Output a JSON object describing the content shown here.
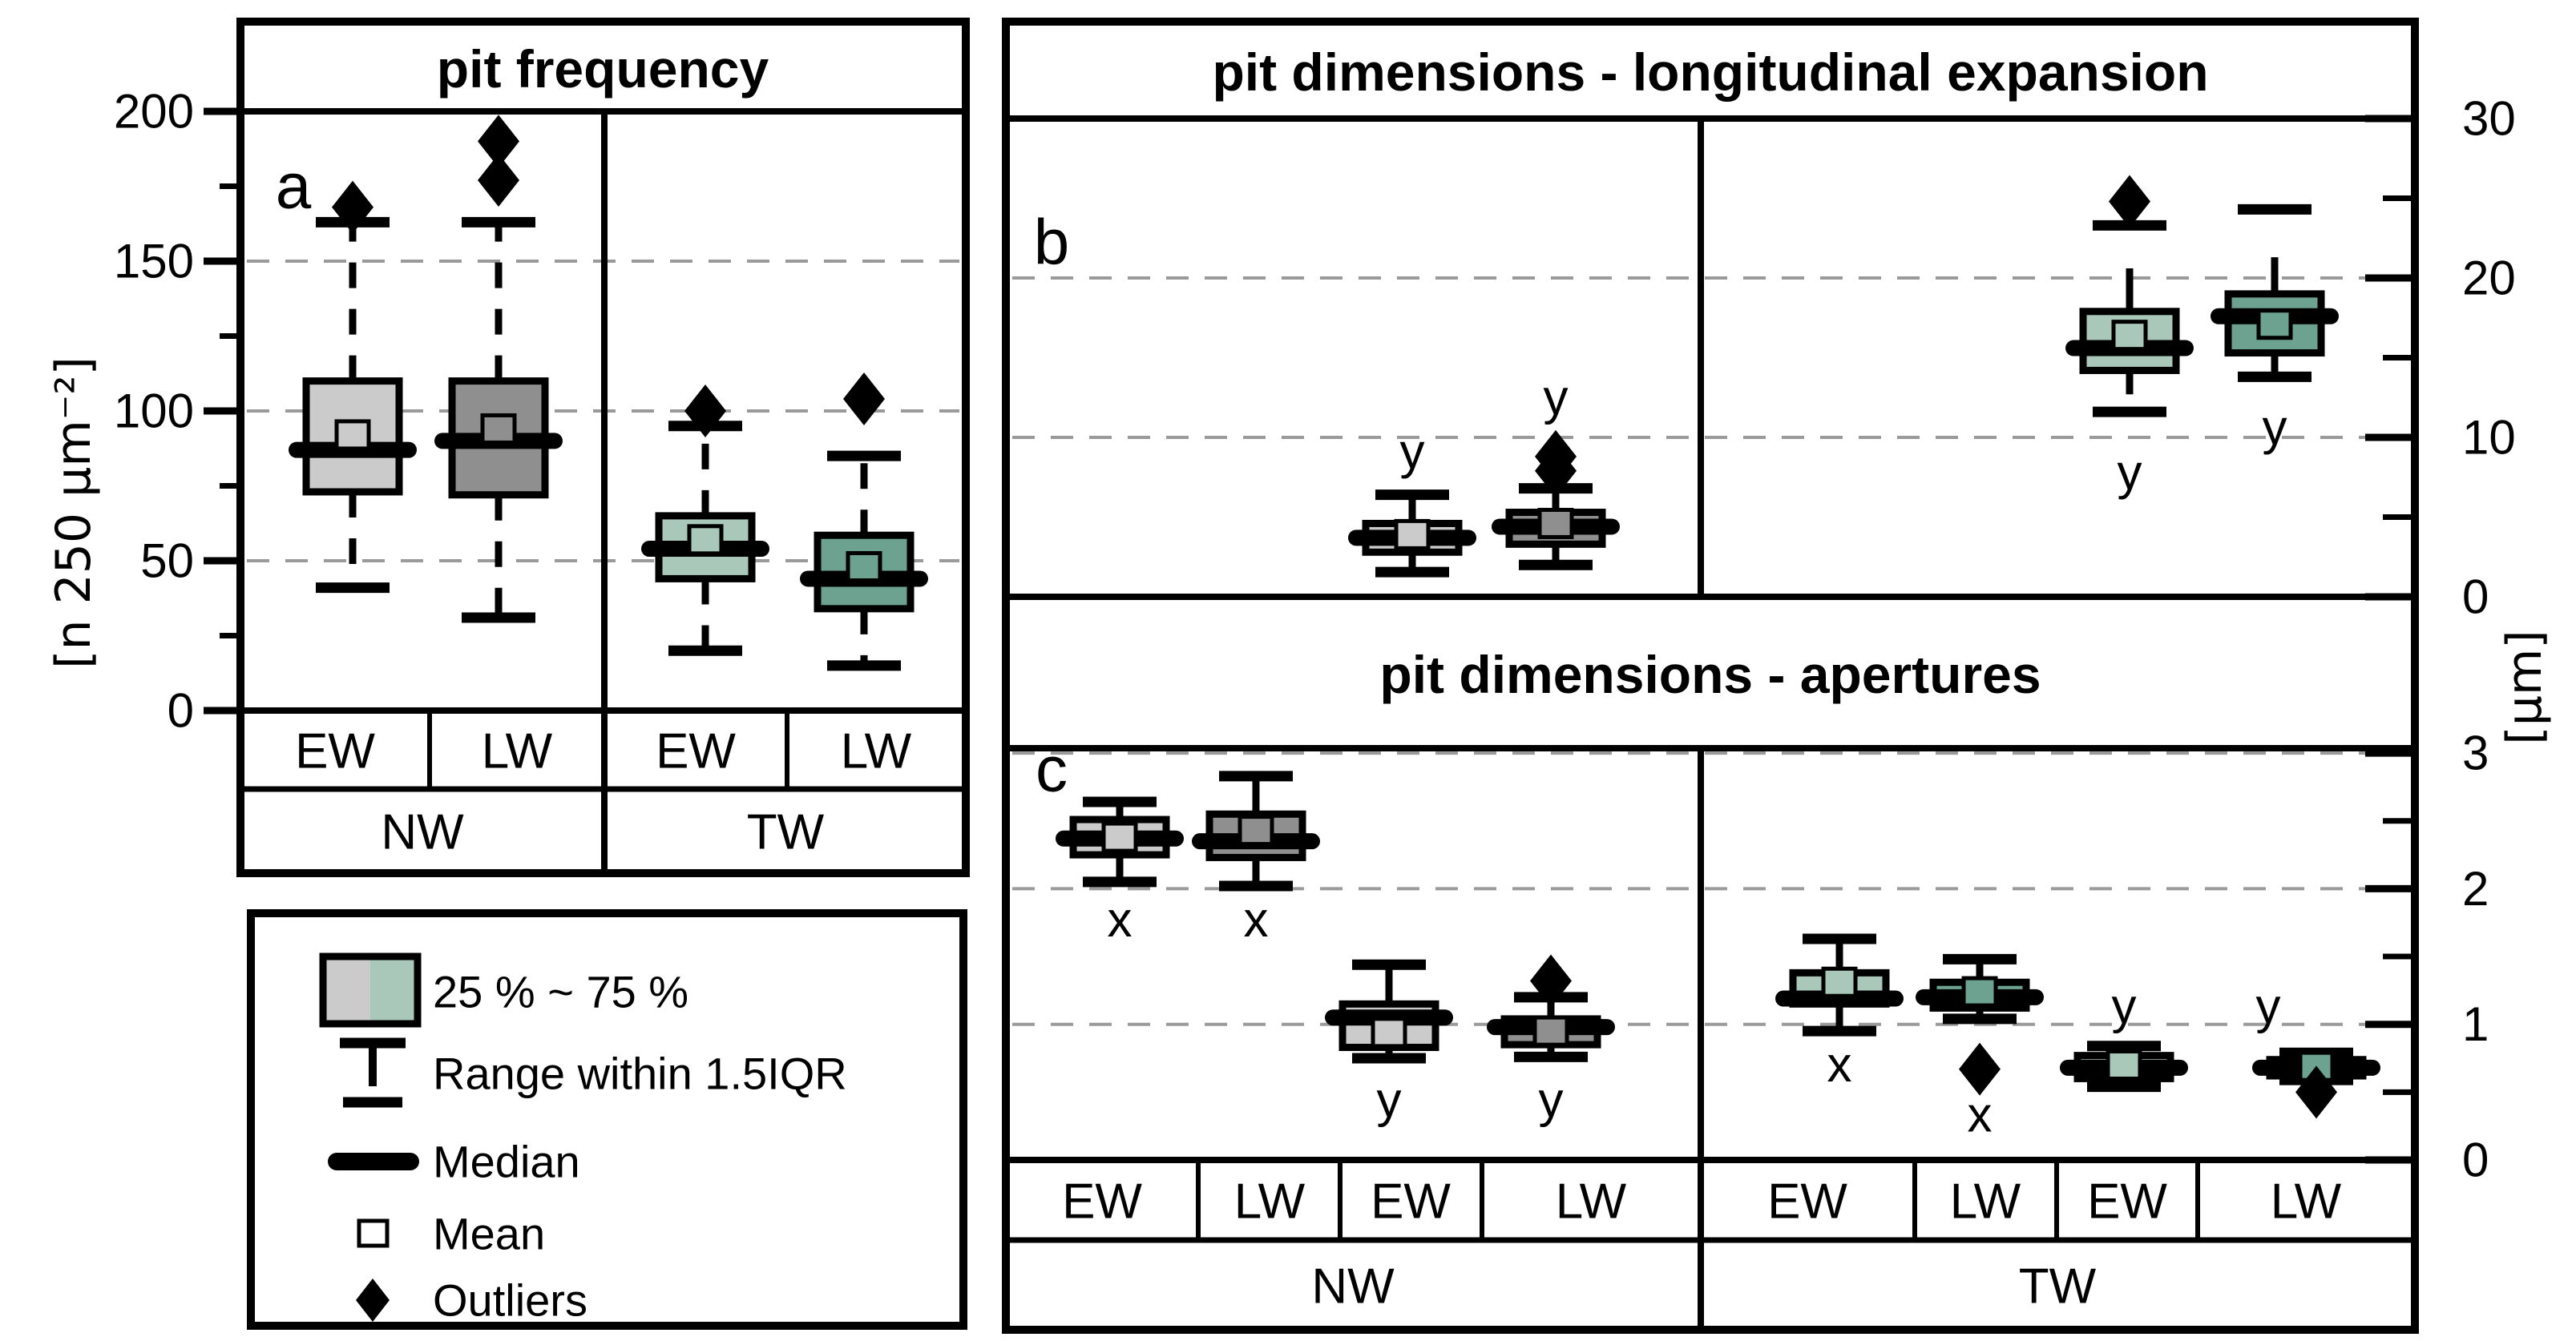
{
  "colors": {
    "light_gray": "#cbcbcb",
    "dark_gray": "#8f8f8f",
    "light_teal": "#a9c8ba",
    "dark_teal": "#6ca28f",
    "gridline": "#9a9a9a",
    "ink": "#000000"
  },
  "legend": {
    "items": [
      {
        "icon": "box-swatch",
        "label": "25 % ~ 75 %"
      },
      {
        "icon": "range-whisker",
        "label": "Range within 1.5IQR"
      },
      {
        "icon": "median-line",
        "label": "Median"
      },
      {
        "icon": "mean-square",
        "label": "Mean"
      },
      {
        "icon": "outlier-diamond",
        "label": "Outliers"
      }
    ]
  },
  "chart_data": [
    {
      "type": "box",
      "panel_letter": "a",
      "title": "pit frequency",
      "ylabel": "[n 250 μm⁻²]",
      "ylim": [
        0,
        200
      ],
      "yticks": [
        {
          "v": 0,
          "label": "0"
        },
        {
          "v": 50,
          "label": "50"
        },
        {
          "v": 100,
          "label": "100"
        },
        {
          "v": 150,
          "label": "150"
        },
        {
          "v": 200,
          "label": "200"
        }
      ],
      "minor_ticks": [
        25,
        75,
        125,
        175
      ],
      "grid_values": [
        50,
        100,
        150
      ],
      "grid": "dashed",
      "legend_position": "outside-bottom-left",
      "groups": [
        "NW",
        "TW"
      ],
      "categories": [
        "EW",
        "LW",
        "EW",
        "LW"
      ],
      "whisker_style": "dashed",
      "boxes": [
        {
          "group": "NW",
          "cat": "EW",
          "color": "light_gray",
          "q1": 73,
          "q3": 110,
          "median": 87,
          "mean": 92,
          "cap_low": 41,
          "cap_high": 163,
          "outliers": [
            168
          ]
        },
        {
          "group": "NW",
          "cat": "LW",
          "color": "dark_gray",
          "q1": 72,
          "q3": 110,
          "median": 90,
          "mean": 94,
          "cap_low": 31,
          "cap_high": 163,
          "outliers": [
            177,
            190
          ]
        },
        {
          "group": "TW",
          "cat": "EW",
          "color": "light_teal",
          "q1": 44,
          "q3": 65,
          "median": 54,
          "mean": 57,
          "cap_low": 20,
          "cap_high": 95,
          "outliers": [
            100
          ]
        },
        {
          "group": "TW",
          "cat": "LW",
          "color": "dark_teal",
          "q1": 34,
          "q3": 58.5,
          "median": 44,
          "mean": 48,
          "cap_low": 15,
          "cap_high": 85,
          "outliers": [
            104
          ]
        }
      ]
    },
    {
      "type": "box",
      "panel_letter": "b",
      "title": "pit dimensions - longitudinal expansion",
      "ylabel": "[μm]",
      "ylim": [
        0,
        30
      ],
      "yticks": [
        {
          "v": 0,
          "label": "0"
        },
        {
          "v": 10,
          "label": "10"
        },
        {
          "v": 20,
          "label": "20"
        },
        {
          "v": 30,
          "label": "30"
        }
      ],
      "minor_ticks": [
        5,
        15,
        25
      ],
      "grid_values": [
        10,
        20
      ],
      "grid": "dashed",
      "groups": [
        "NW",
        "TW"
      ],
      "categories": [
        "EW",
        "LW",
        "EW",
        "LW",
        "EW",
        "LW",
        "EW",
        "LW"
      ],
      "whisker_style": "solid",
      "boxes": [
        {
          "slot": 2,
          "group": "NW",
          "cat": "EW",
          "dim": "y",
          "color": "light_gray",
          "q1": 2.8,
          "q3": 4.6,
          "median": 3.7,
          "mean": 3.9,
          "cap_low": 1.55,
          "cap_high": 6.4,
          "outliers": [],
          "letter": "y",
          "letter_value": 9.1
        },
        {
          "slot": 3,
          "group": "NW",
          "cat": "LW",
          "dim": "y",
          "color": "dark_gray",
          "q1": 3.3,
          "q3": 5.3,
          "median": 4.4,
          "mean": 4.6,
          "cap_low": 2.0,
          "cap_high": 6.8,
          "outliers": [
            7.9,
            8.8
          ],
          "letter": "y",
          "letter_value": 12.5
        },
        {
          "slot": 6,
          "group": "TW",
          "cat": "EW",
          "dim": "y",
          "color": "light_teal",
          "q1": 14.2,
          "q3": 17.9,
          "median": 15.6,
          "mean": 16.4,
          "cap_low": 11.6,
          "line_low": 12.7,
          "cap_high": 23.3,
          "line_high": 20.6,
          "outliers": [
            24.8
          ],
          "letter": "y",
          "letter_value": 7.8
        },
        {
          "slot": 7,
          "group": "TW",
          "cat": "LW",
          "dim": "y",
          "color": "dark_teal",
          "q1": 15.3,
          "q3": 19.0,
          "median": 17.6,
          "mean": 17.1,
          "cap_low": 13.8,
          "line_low": 13.9,
          "cap_high": 24.3,
          "line_high": 21.3,
          "outliers": [],
          "letter": "y",
          "letter_value": 10.6
        }
      ]
    },
    {
      "type": "box",
      "panel_letter": "c",
      "title": "pit dimensions - apertures",
      "ylabel": "[μm]",
      "ylim": [
        0,
        3.05
      ],
      "yticks": [
        {
          "v": 0,
          "label": "0"
        },
        {
          "v": 1,
          "label": "1"
        },
        {
          "v": 2,
          "label": "2"
        },
        {
          "v": 3,
          "label": "3"
        }
      ],
      "minor_ticks": [
        0.5,
        1.5,
        2.5
      ],
      "grid_values": [
        1,
        2,
        3
      ],
      "grid": "dashed",
      "groups": [
        "NW",
        "TW"
      ],
      "categories": [
        "EW",
        "LW",
        "EW",
        "LW",
        "EW",
        "LW",
        "EW",
        "LW"
      ],
      "whisker_style": "solid",
      "boxes": [
        {
          "slot": 0,
          "group": "NW",
          "cat": "EW",
          "dim": "x",
          "color": "light_gray",
          "q1": 2.25,
          "q3": 2.51,
          "median": 2.37,
          "mean": 2.38,
          "cap_low": 2.05,
          "cap_high": 2.64,
          "outliers": [],
          "letter": "x",
          "letter_value": 1.77
        },
        {
          "slot": 1,
          "group": "NW",
          "cat": "LW",
          "dim": "x",
          "color": "dark_gray",
          "q1": 2.23,
          "q3": 2.55,
          "median": 2.35,
          "mean": 2.43,
          "cap_low": 2.02,
          "cap_high": 2.83,
          "outliers": [],
          "letter": "x",
          "letter_value": 1.77
        },
        {
          "slot": 2,
          "group": "NW",
          "cat": "EW",
          "dim": "y",
          "color": "light_gray",
          "q1": 0.83,
          "q3": 1.15,
          "median": 1.05,
          "mean": 0.94,
          "cap_low": 0.75,
          "cap_high": 1.44,
          "outliers": [],
          "letter": "y",
          "letter_value": 0.44
        },
        {
          "slot": 3,
          "group": "NW",
          "cat": "LW",
          "dim": "y",
          "color": "dark_gray",
          "q1": 0.85,
          "q3": 1.04,
          "median": 0.98,
          "mean": 0.95,
          "cap_low": 0.76,
          "cap_high": 1.2,
          "outliers": [
            1.32
          ],
          "letter": "y",
          "letter_value": 0.44
        },
        {
          "slot": 4,
          "group": "TW",
          "cat": "EW",
          "dim": "x",
          "color": "light_teal",
          "q1": 1.15,
          "q3": 1.38,
          "median": 1.19,
          "mean": 1.31,
          "cap_low": 0.95,
          "cap_high": 1.63,
          "outliers": [],
          "letter": "x",
          "letter_value": 0.7
        },
        {
          "slot": 5,
          "group": "TW",
          "cat": "LW",
          "dim": "x",
          "color": "dark_teal",
          "q1": 1.12,
          "q3": 1.31,
          "median": 1.2,
          "mean": 1.24,
          "cap_low": 1.04,
          "cap_high": 1.48,
          "outliers": [
            0.67
          ],
          "letter": "x",
          "letter_value": 0.33
        },
        {
          "slot": 6,
          "group": "TW",
          "cat": "EW",
          "dim": "y",
          "color": "light_teal",
          "q1": 0.6,
          "q3": 0.77,
          "median": 0.68,
          "mean": 0.7,
          "cap_low": 0.54,
          "cap_high": 0.84,
          "outliers": [],
          "letter": "y",
          "letter_value": 1.13
        },
        {
          "slot": 7,
          "group": "TW",
          "cat": "LW",
          "dim": "y",
          "color": "dark_teal",
          "q1": 0.62,
          "q3": 0.74,
          "median": 0.68,
          "mean": 0.69,
          "cap_low": 0.59,
          "cap_high": 0.79,
          "outliers": [
            0.5
          ],
          "letter": "y",
          "letter_value": 1.13,
          "letter_x_offset": -60
        }
      ]
    }
  ]
}
